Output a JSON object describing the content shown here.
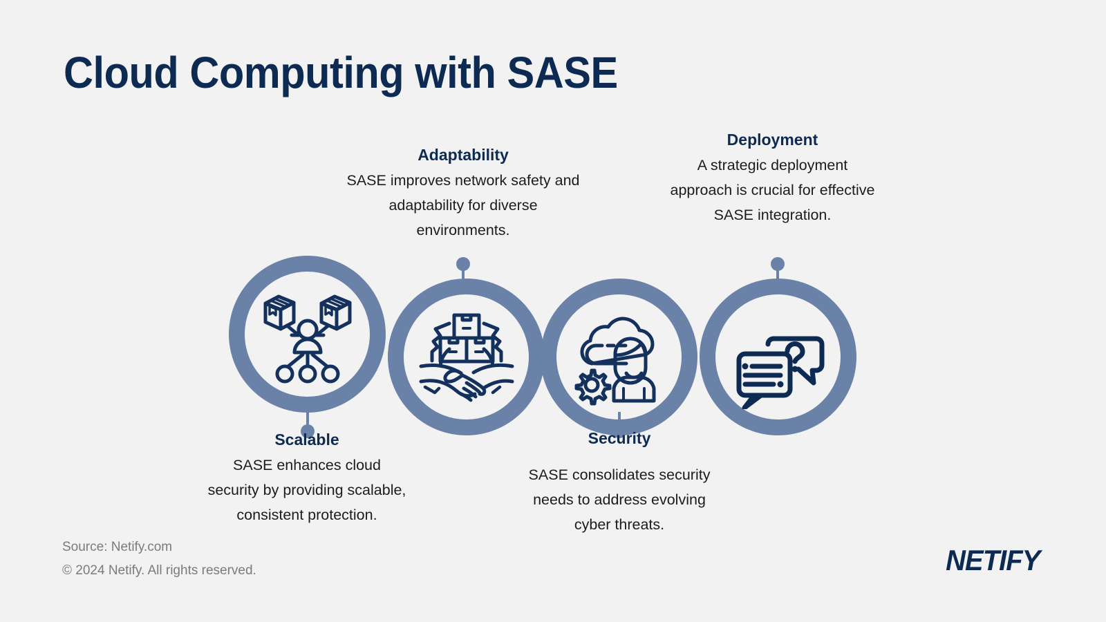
{
  "title": "Cloud Computing with SASE",
  "theme": {
    "background": "#f2f2f2",
    "navy": "#0d2b52",
    "slate_blue": "#6b82a8",
    "body_text": "#1c1c1c",
    "footer_text": "#7b7b7b"
  },
  "nodes": [
    {
      "id": "scalable",
      "heading": "Scalable",
      "body": "SASE enhances cloud security by providing scalable, consistent protection.",
      "icon": "boxes-to-person-network-icon",
      "label_position": "below"
    },
    {
      "id": "adaptability",
      "heading": "Adaptability",
      "body": "SASE improves network safety and adaptability for diverse environments.",
      "icon": "handshake-with-boxes-icon",
      "label_position": "above"
    },
    {
      "id": "security",
      "heading": "Security",
      "body": "SASE consolidates security needs to address evolving cyber threats.",
      "icon": "cloud-person-gear-icon",
      "label_position": "below"
    },
    {
      "id": "deployment",
      "heading": "Deployment",
      "body": "A strategic deployment approach is crucial for effective SASE integration.",
      "icon": "speech-bubbles-question-icon",
      "label_position": "above"
    }
  ],
  "footer": {
    "source": "Source: Netify.com",
    "copyright": "© 2024 Netify. All rights reserved."
  },
  "brand": {
    "logo_text": "NETIFY"
  }
}
